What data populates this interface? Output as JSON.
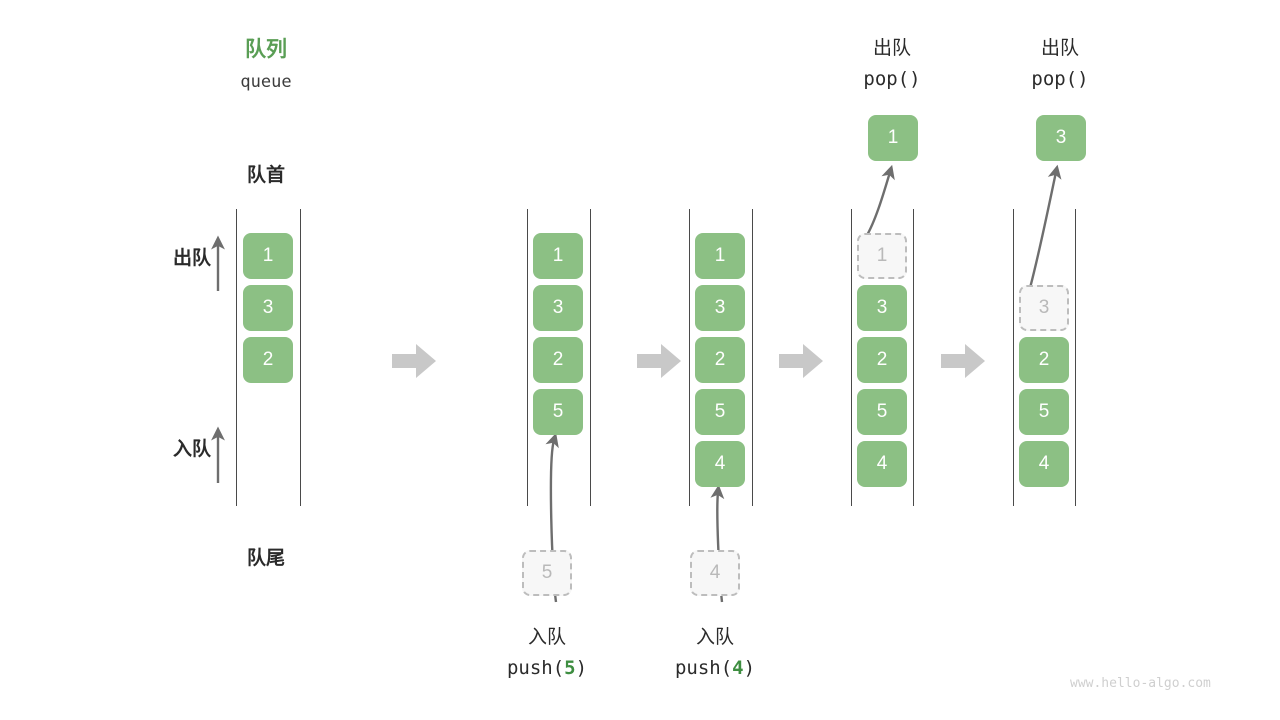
{
  "diagram": {
    "title_cn": "队列",
    "title_en": "queue",
    "head_label": "队首",
    "tail_label": "队尾",
    "dequeue_label": "出队",
    "enqueue_label": "入队",
    "watermark": "www.hello-algo.com",
    "colors": {
      "accent_green": "#8cc084",
      "title_green": "#5a9e55",
      "code_green": "#3e8e41",
      "ghost_border": "#bdbdbd",
      "ghost_text": "#b9b9b9",
      "rail": "#4a4a4a",
      "step_arrow": "#c8c8c8",
      "watermark": "#cfcfcf"
    }
  },
  "stages": [
    {
      "id": "initial",
      "caption_cn": "",
      "caption_code": "",
      "elements": [
        {
          "value": "1",
          "state": "solid"
        },
        {
          "value": "3",
          "state": "solid"
        },
        {
          "value": "2",
          "state": "solid"
        }
      ],
      "incoming": null,
      "popped": null
    },
    {
      "id": "push-5",
      "caption_cn": "入队",
      "caption_code_prefix": "push(",
      "caption_code_value": "5",
      "caption_code_suffix": ")",
      "elements": [
        {
          "value": "1",
          "state": "solid"
        },
        {
          "value": "3",
          "state": "solid"
        },
        {
          "value": "2",
          "state": "solid"
        },
        {
          "value": "5",
          "state": "solid"
        }
      ],
      "incoming": {
        "value": "5",
        "state": "ghost"
      },
      "popped": null
    },
    {
      "id": "push-4",
      "caption_cn": "入队",
      "caption_code_prefix": "push(",
      "caption_code_value": "4",
      "caption_code_suffix": ")",
      "elements": [
        {
          "value": "1",
          "state": "solid"
        },
        {
          "value": "3",
          "state": "solid"
        },
        {
          "value": "2",
          "state": "solid"
        },
        {
          "value": "5",
          "state": "solid"
        },
        {
          "value": "4",
          "state": "solid"
        }
      ],
      "incoming": {
        "value": "4",
        "state": "ghost"
      },
      "popped": null
    },
    {
      "id": "pop-1",
      "caption_cn": "出队",
      "caption_code_prefix": "pop(",
      "caption_code_value": "",
      "caption_code_suffix": ")",
      "elements": [
        {
          "value": "1",
          "state": "ghost"
        },
        {
          "value": "3",
          "state": "solid"
        },
        {
          "value": "2",
          "state": "solid"
        },
        {
          "value": "5",
          "state": "solid"
        },
        {
          "value": "4",
          "state": "solid"
        }
      ],
      "incoming": null,
      "popped": {
        "value": "1",
        "state": "solid"
      }
    },
    {
      "id": "pop-3",
      "caption_cn": "出队",
      "caption_code_prefix": "pop(",
      "caption_code_value": "",
      "caption_code_suffix": ")",
      "elements": [
        {
          "value": "",
          "state": "empty"
        },
        {
          "value": "3",
          "state": "ghost"
        },
        {
          "value": "2",
          "state": "solid"
        },
        {
          "value": "5",
          "state": "solid"
        },
        {
          "value": "4",
          "state": "solid"
        }
      ],
      "incoming": null,
      "popped": {
        "value": "3",
        "state": "solid"
      }
    }
  ]
}
